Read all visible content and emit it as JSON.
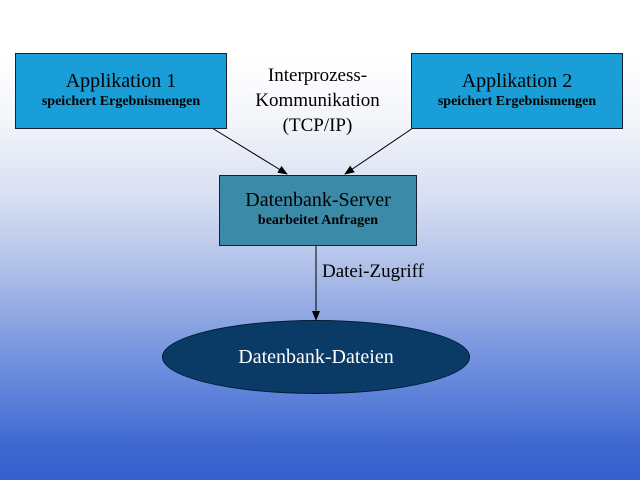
{
  "app1": {
    "title": "Applikation 1",
    "subtitle": "speichert Ergebnismengen"
  },
  "app2": {
    "title": "Applikation 2",
    "subtitle": "speichert Ergebnismengen"
  },
  "ipc": {
    "line1": "Interprozess-",
    "line2": "Kommunikation",
    "line3": "(TCP/IP)"
  },
  "server": {
    "title": "Datenbank-Server",
    "subtitle": "bearbeitet Anfragen"
  },
  "file_access": "Datei-Zugriff",
  "db_files": "Datenbank-Dateien",
  "colors": {
    "app_box": "#1a9ed8",
    "server_box": "#3a8aa8",
    "db_ellipse": "#0a3a66"
  }
}
